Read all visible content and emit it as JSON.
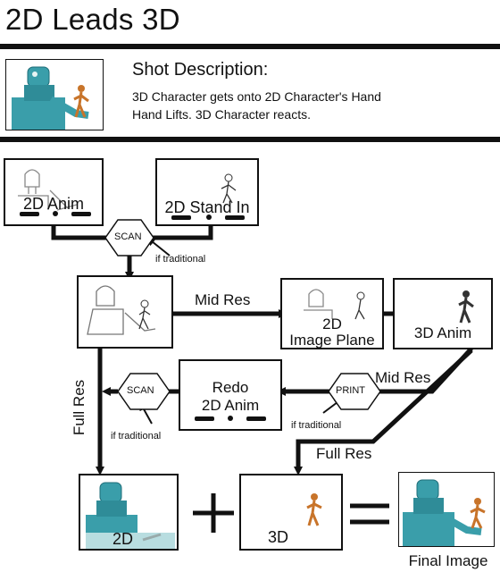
{
  "title": "2D Leads 3D",
  "shot": {
    "heading": "Shot Description:",
    "lines": [
      "3D Character gets onto 2D Character's Hand",
      "Hand Lifts. 3D Character reacts."
    ]
  },
  "nodes": {
    "anim2d": "2D Anim",
    "standin": "2D Stand In",
    "scan1": "SCAN",
    "image_plane_1": "2D",
    "image_plane_2": "Image Plane",
    "anim3d": "3D Anim",
    "redo_1": "Redo",
    "redo_2": "2D Anim",
    "print": "PRINT",
    "scan2": "SCAN",
    "out2d": "2D",
    "out3d": "3D",
    "final": "Final Image"
  },
  "edges": {
    "mid_res_top": "Mid Res",
    "mid_res_right": "Mid Res",
    "full_res_left": "Full Res",
    "full_res_right": "Full Res",
    "if_traditional_1": "if traditional",
    "if_traditional_2": "if traditional",
    "if_traditional_3": "if traditional"
  },
  "operators": {
    "plus": "+",
    "equals": "="
  },
  "colors": {
    "robot": "#3a9eaa",
    "robot_dark": "#1f6d78",
    "character": "#c8742a",
    "ink": "#111111"
  }
}
